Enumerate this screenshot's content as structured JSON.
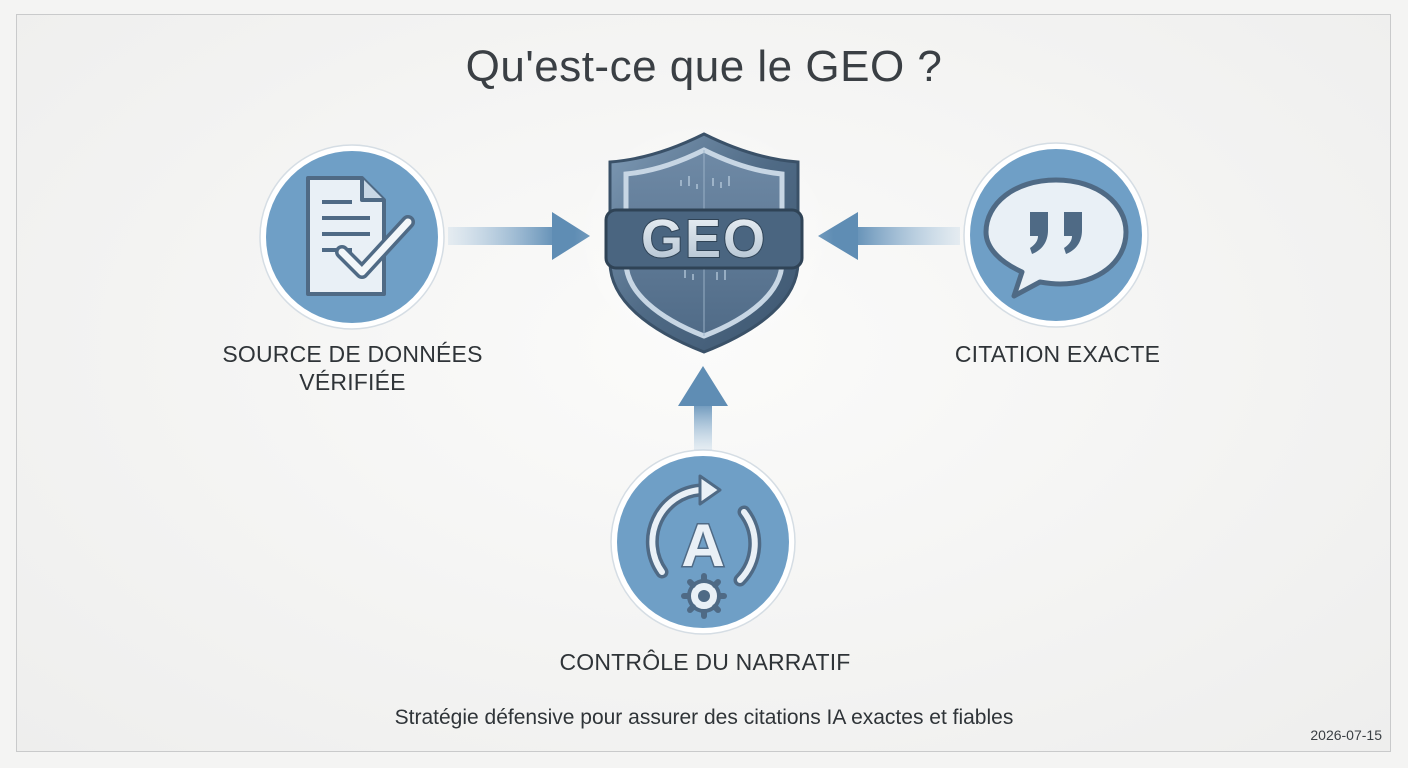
{
  "title": "Qu'est-ce que le GEO ?",
  "center": {
    "label": "GEO",
    "icon": "shield-icon"
  },
  "nodes": {
    "left": {
      "label_line1": "SOURCE DE DONNÉES",
      "label_line2": "VÉRIFIÉE",
      "icon": "document-check-icon"
    },
    "right": {
      "label": "CITATION EXACTE",
      "icon": "quote-bubble-icon"
    },
    "bottom": {
      "label": "CONTRÔLE DU NARRATIF",
      "icon": "cycle-gear-icon"
    }
  },
  "subtitle": "Stratégie défensive pour assurer des citations IA exactes et fiables",
  "date": "2026-07-15",
  "colors": {
    "circle": "#6f9fc6",
    "circle_ring": "#ffffff",
    "arrow": "#5f8db4",
    "shield_dark": "#46607a",
    "shield_light": "#8ca6be",
    "text": "#2f3438"
  }
}
